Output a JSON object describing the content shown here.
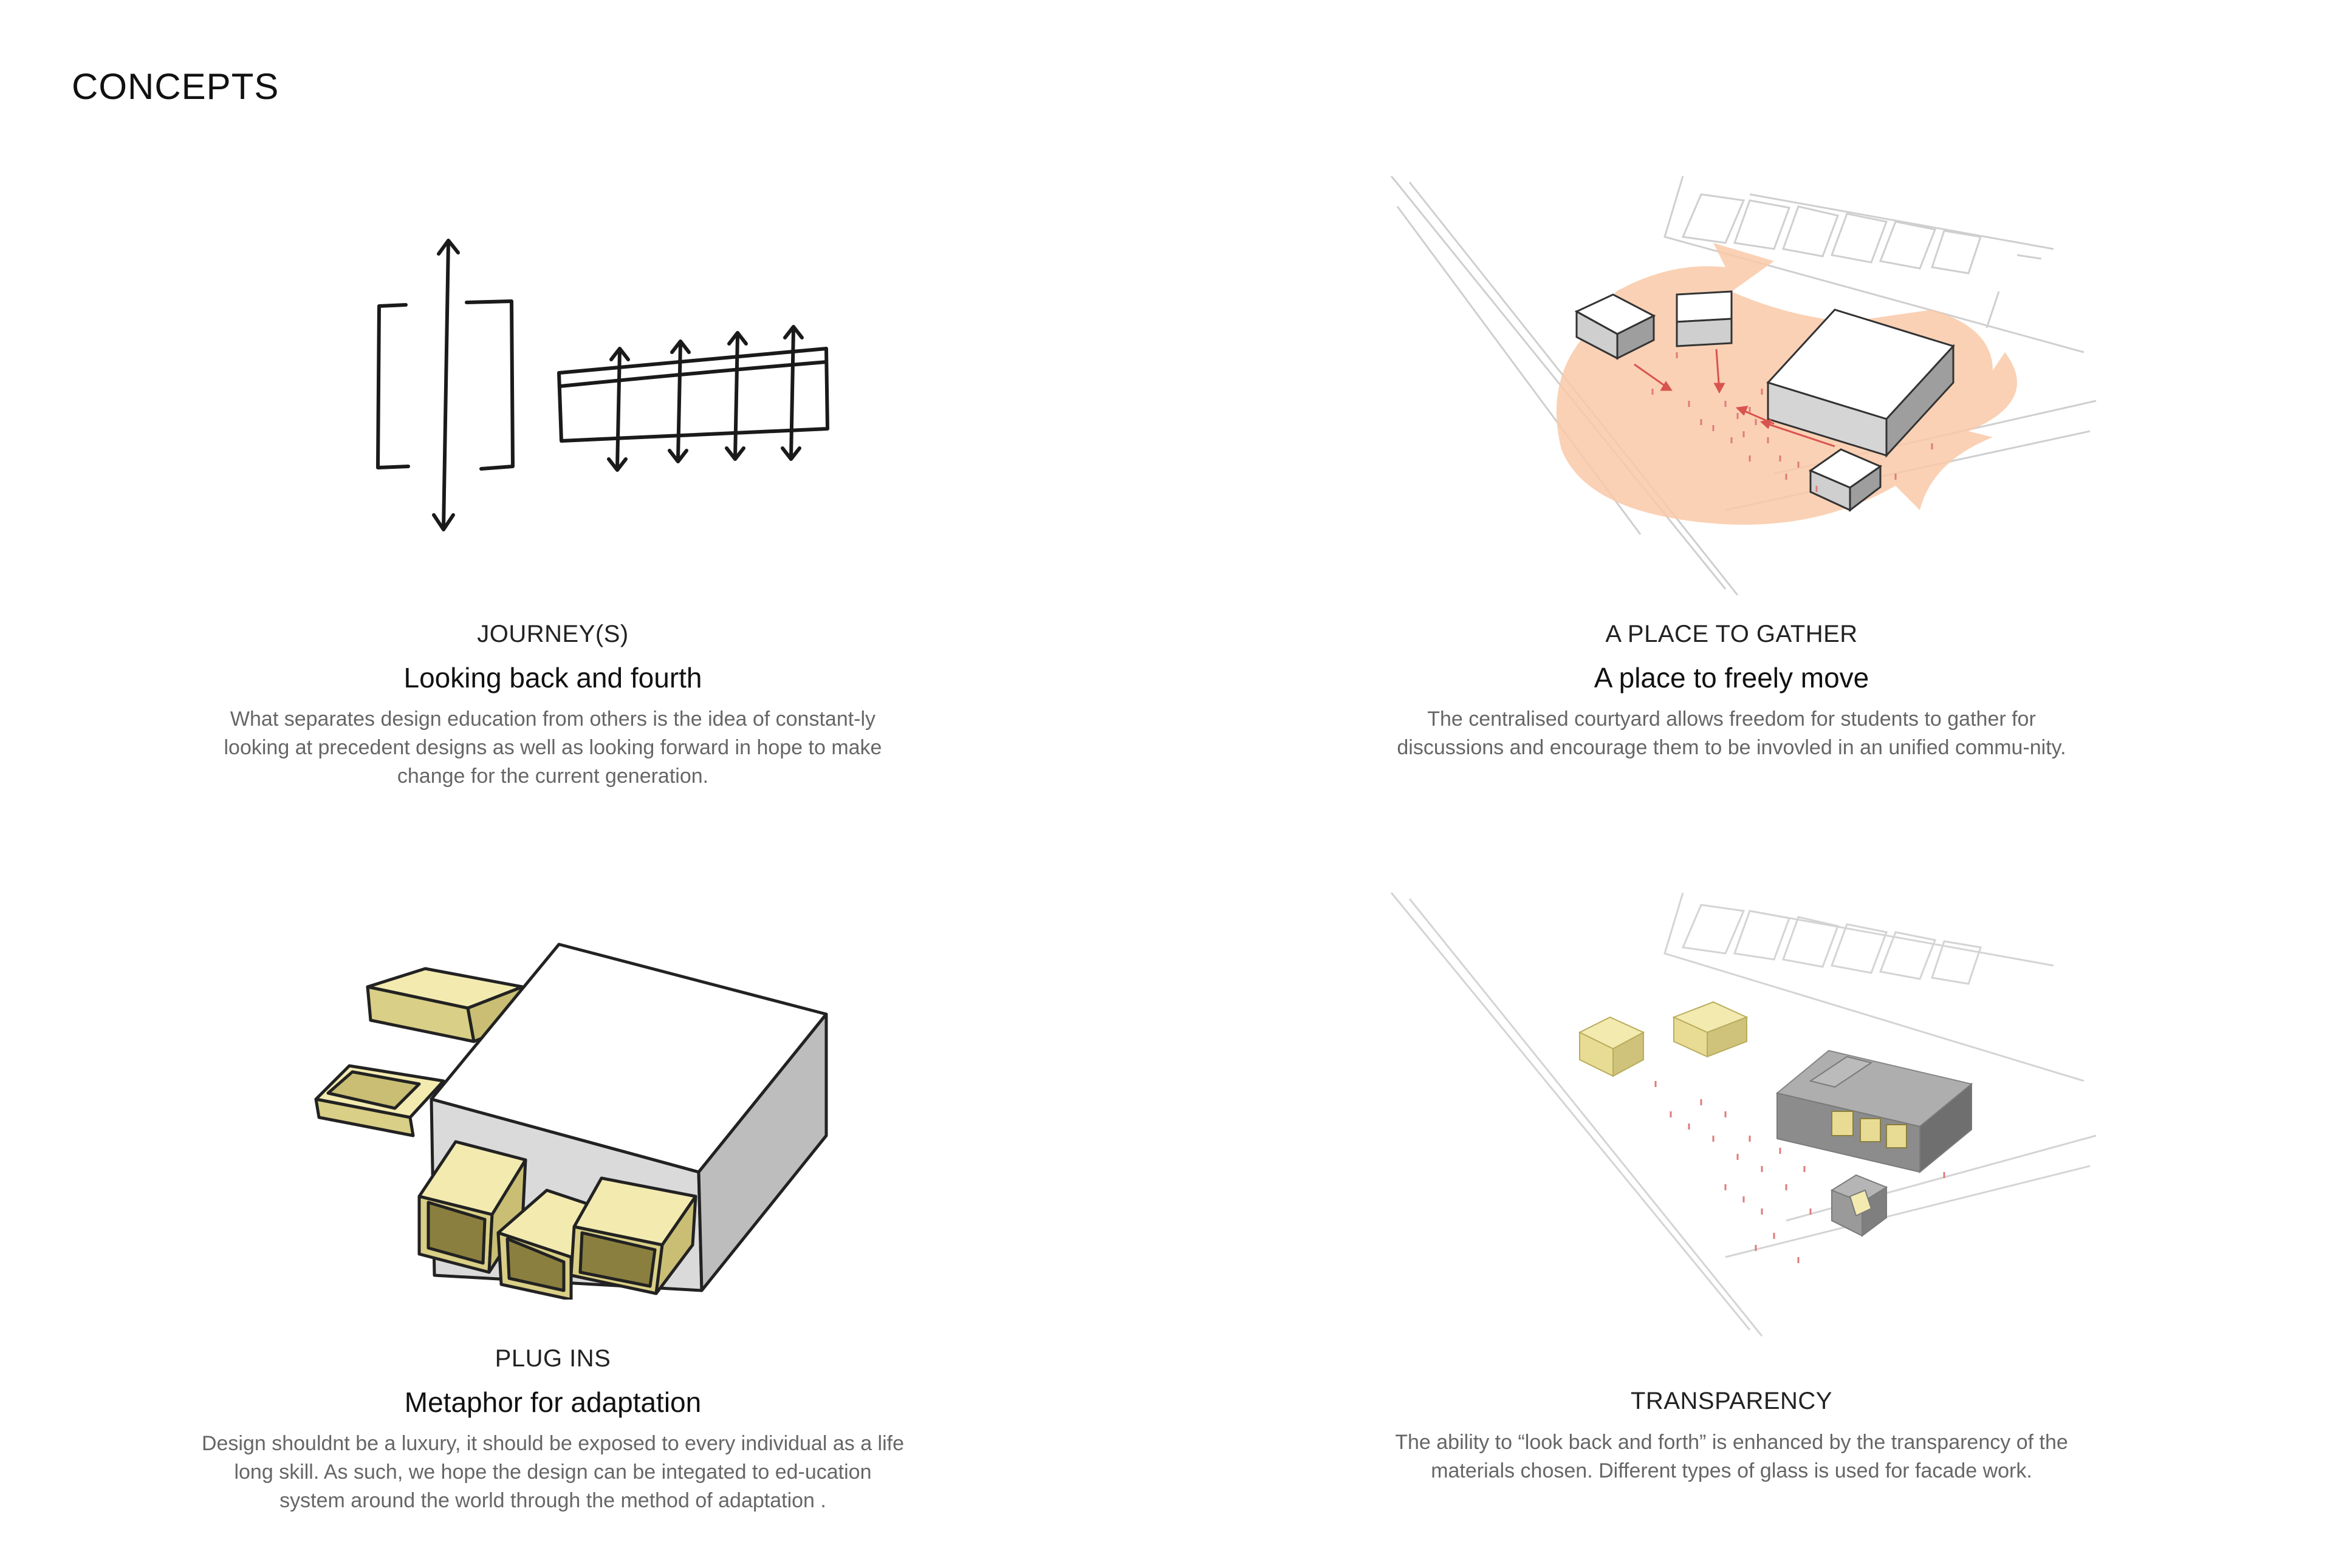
{
  "page": {
    "title": "CONCEPTS"
  },
  "concepts": [
    {
      "label": "JOURNEY(S)",
      "subtitle": "Looking back and fourth",
      "description": "What separates design education from others is the idea of constant-ly looking at precedent designs as well as looking forward in hope to make change for the current generation."
    },
    {
      "label": "A PLACE TO GATHER",
      "subtitle": "A place to freely move",
      "description": "The centralised courtyard allows freedom for students to gather for discussions and encourage them to be invovled in an unified commu-nity."
    },
    {
      "label": "PLUG INS",
      "subtitle": "Metaphor for adaptation",
      "description": "Design shouldnt be a luxury, it should be exposed to every individual as a life long skill. As such, we hope the design can be integated to ed-ucation system around the world through the method of adaptation ."
    },
    {
      "label": "TRANSPARENCY",
      "description": "The ability to “look back and forth” is enhanced by the transparency of the materials chosen. Different types of glass is used for facade work."
    }
  ],
  "colors": {
    "sketch_ink": "#1a1a1a",
    "courtyard_fill": "#f9c9a8",
    "arrow_red": "#d9534f",
    "plug_yellow": "#f3eab0",
    "block_grey": "#dcdcdc",
    "glass_grey": "#8c8c8c",
    "site_lines": "#cfcfcf"
  }
}
